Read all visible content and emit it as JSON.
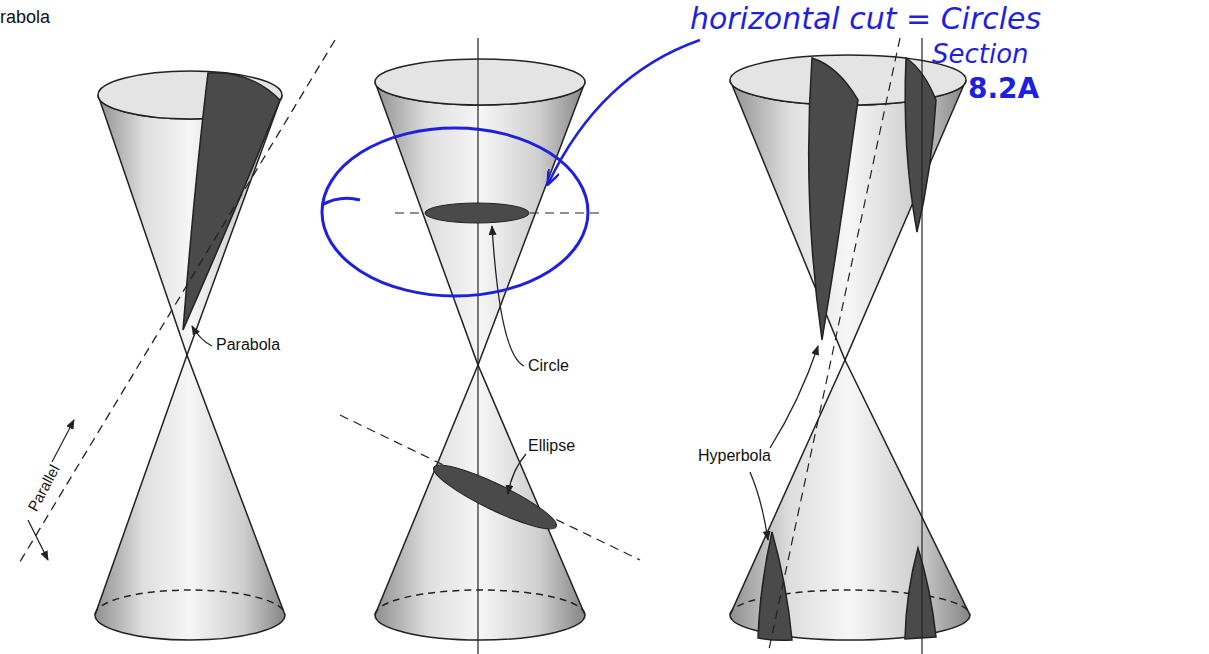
{
  "diagram": {
    "labels": [
      "rabola",
      "horizontal cut = Circles",
      "Section",
      "8.2A",
      "Parabola",
      "Parallel",
      "Circle",
      "Ellipse",
      "Hyperbola"
    ]
  }
}
